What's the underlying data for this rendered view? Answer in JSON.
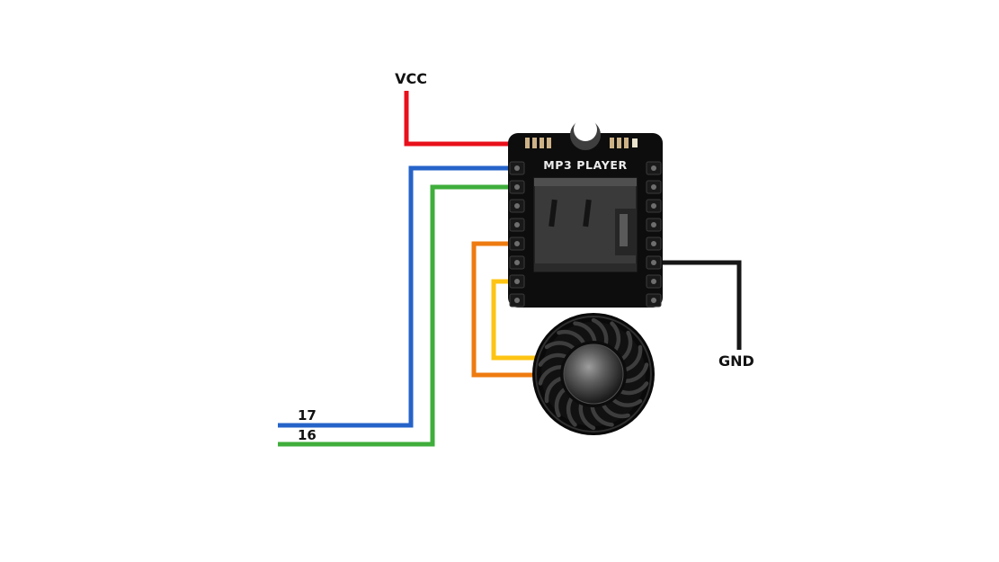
{
  "diagram": {
    "module": {
      "label": "MP3 PLAYER",
      "body_color": "#0d0d0d",
      "pad_color": "#cdb287"
    },
    "wires": {
      "vcc": {
        "label": "VCC",
        "color": "#e8101b"
      },
      "io17": {
        "label": "17",
        "color": "#2563c9"
      },
      "io16": {
        "label": "16",
        "color": "#3fae3b"
      },
      "spk_a": {
        "color": "#ee7b10"
      },
      "spk_b": {
        "color": "#fdc413"
      },
      "gnd": {
        "label": "GND",
        "color": "#161616"
      }
    }
  }
}
